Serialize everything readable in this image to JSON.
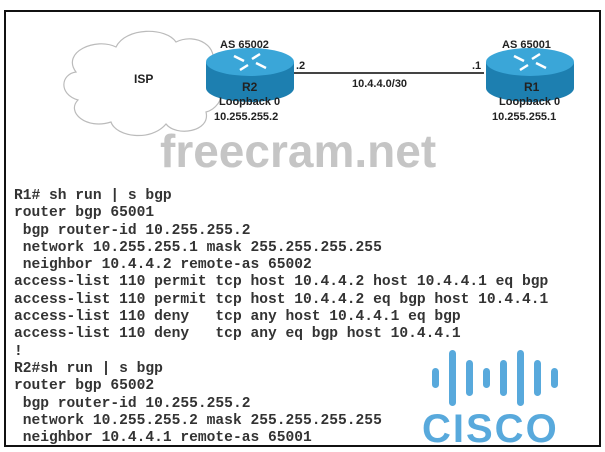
{
  "diagram": {
    "isp_label": "ISP",
    "r2": {
      "name": "R2",
      "as": "AS 65002",
      "loopback_label": "Loopback 0",
      "loopback_ip": "10.255.255.2",
      "link_ip": ".2"
    },
    "r1": {
      "name": "R1",
      "as": "AS 65001",
      "loopback_label": "Loopback 0",
      "loopback_ip": "10.255.255.1",
      "link_ip": ".1"
    },
    "link_subnet": "10.4.4.0/30"
  },
  "config_lines": [
    "R1# sh run | s bgp",
    "router bgp 65001",
    " bgp router-id 10.255.255.2",
    " network 10.255.255.1 mask 255.255.255.255",
    " neighbor 10.4.4.2 remote-as 65002",
    "access-list 110 permit tcp host 10.4.4.2 host 10.4.4.1 eq bgp",
    "access-list 110 permit tcp host 10.4.4.2 eq bgp host 10.4.4.1",
    "access-list 110 deny   tcp any host 10.4.4.1 eq bgp",
    "access-list 110 deny   tcp any eq bgp host 10.4.4.1",
    "!",
    "R2#sh run | s bgp",
    "router bgp 65002",
    " bgp router-id 10.255.255.2",
    " network 10.255.255.2 mask 255.255.255.255",
    " neighbor 10.4.4.1 remote-as 65001"
  ],
  "watermarks": {
    "site": "freecram.net",
    "logo": "cisco"
  },
  "colors": {
    "router_top": "#3aa6d8",
    "router_side": "#1d7fb0",
    "logo": "#3c9bd6"
  }
}
